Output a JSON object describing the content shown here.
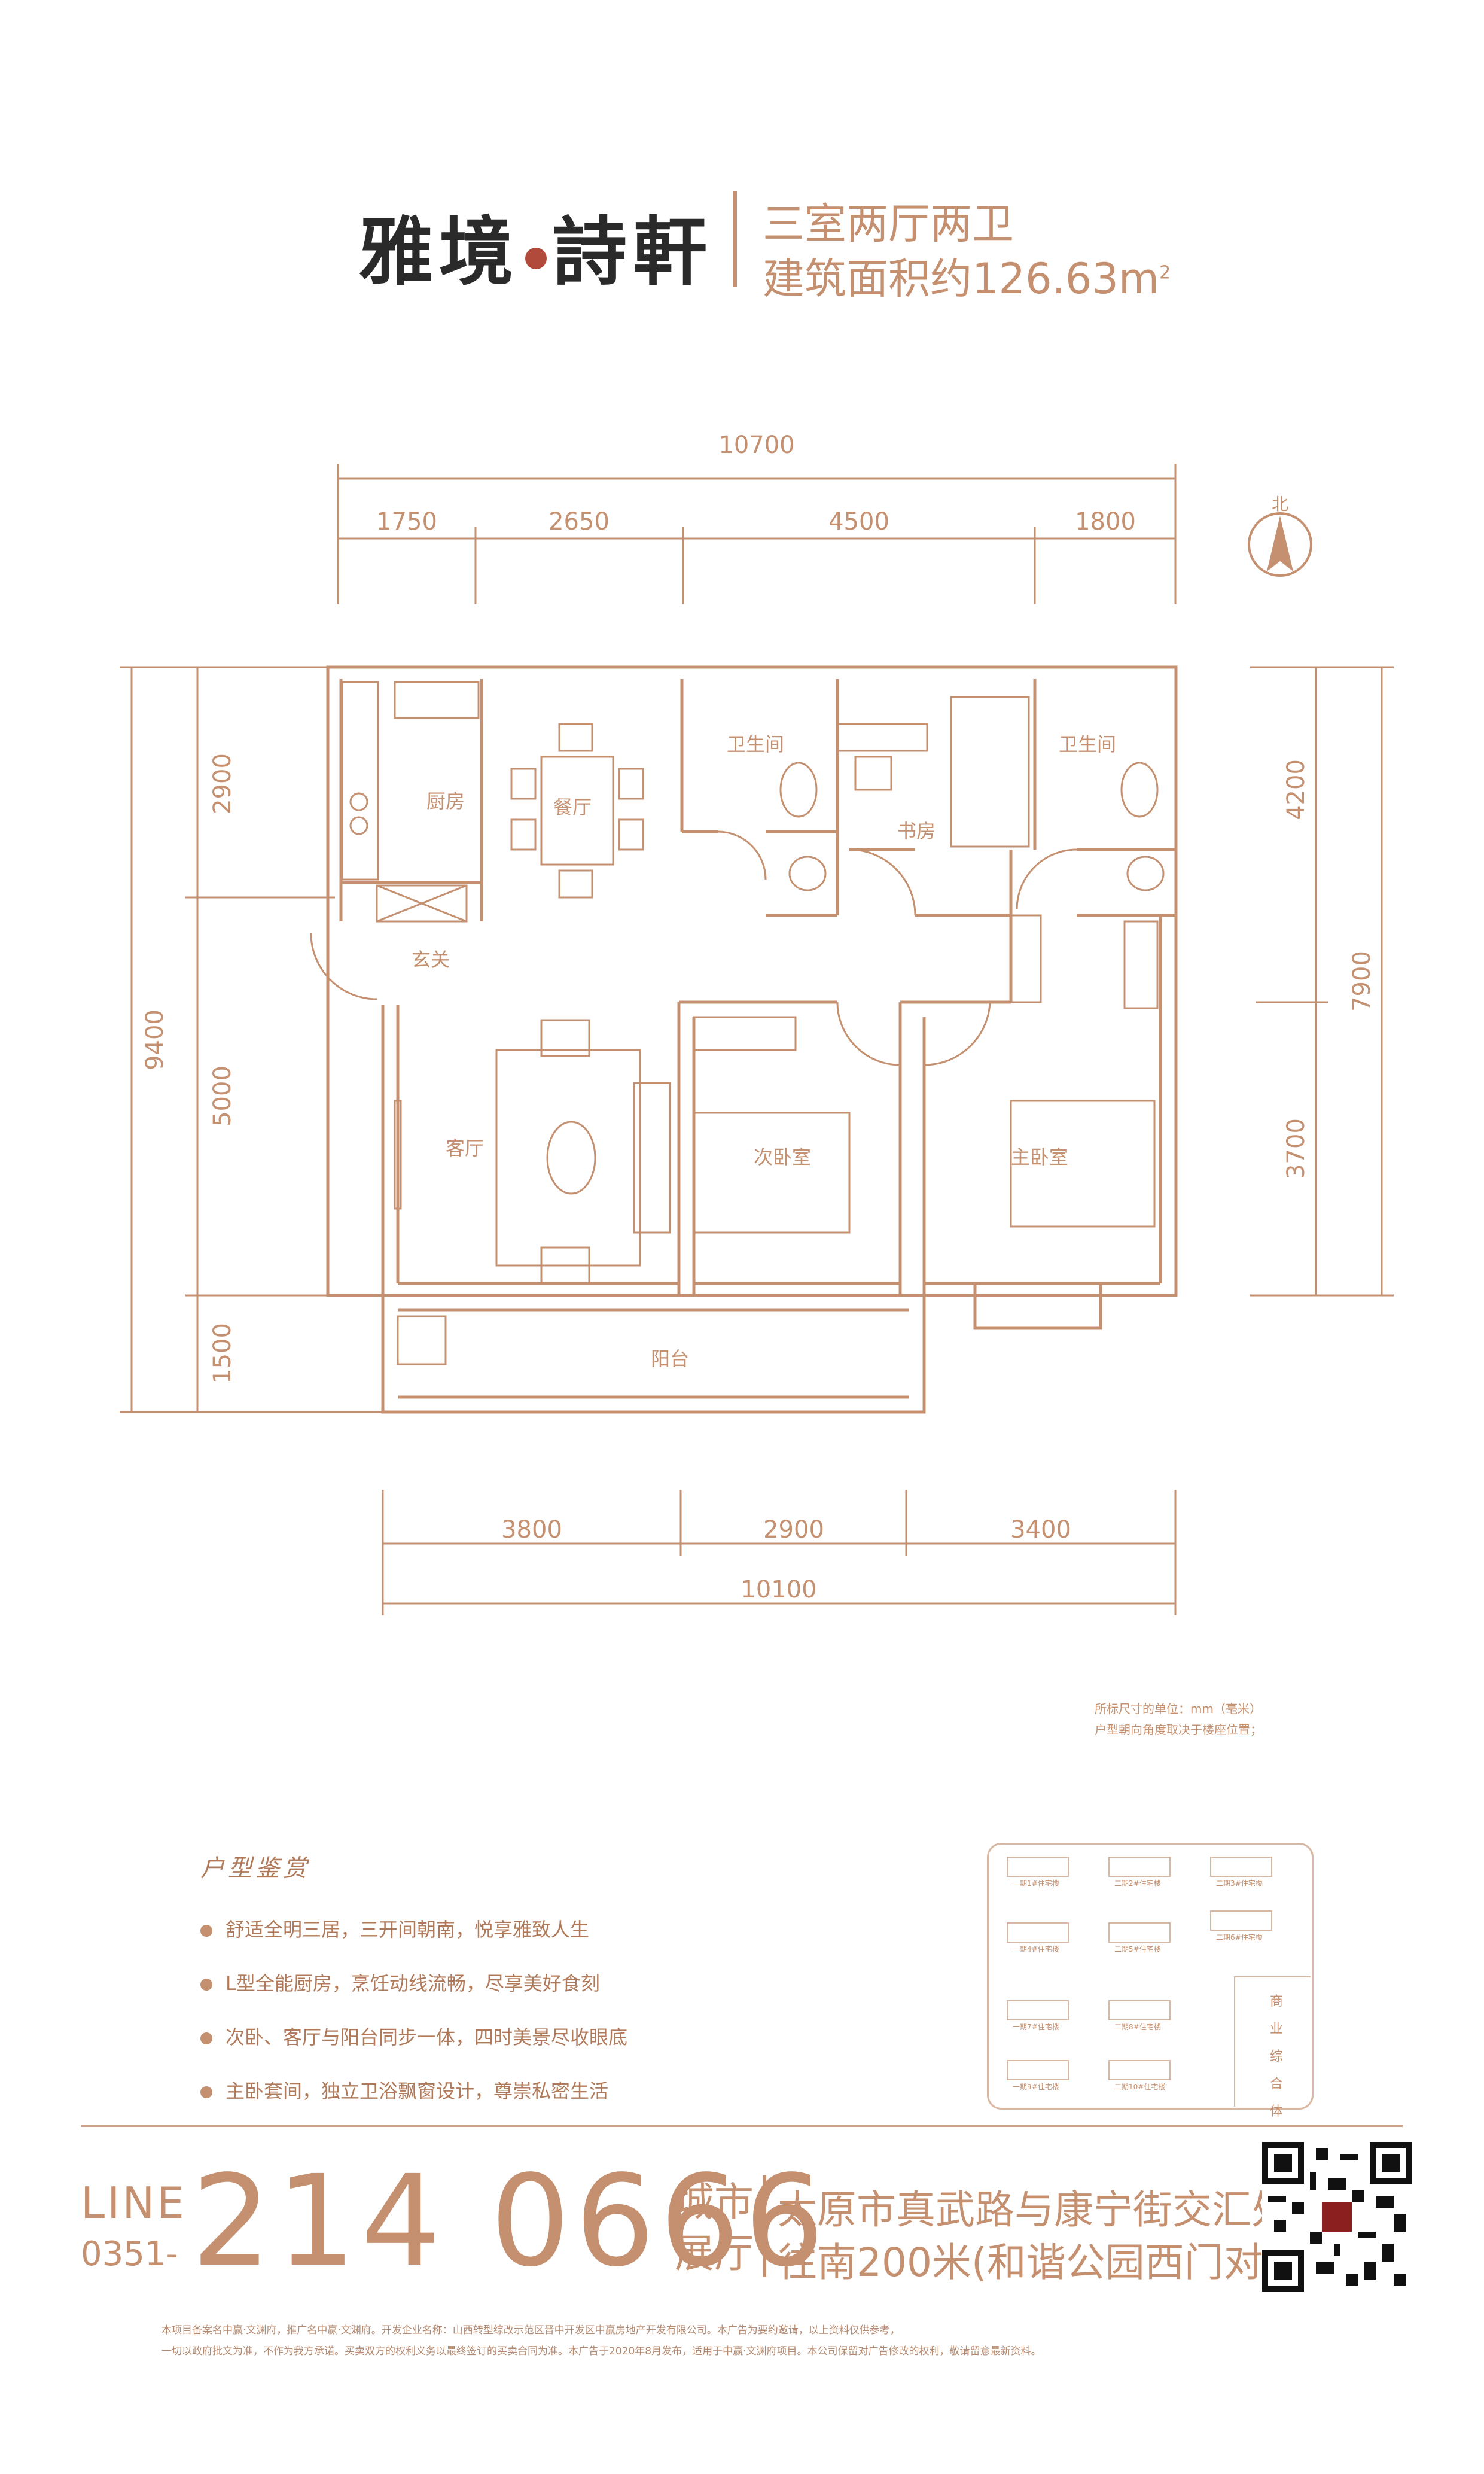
{
  "header": {
    "brand_left": "雅境",
    "brand_right": "詩軒",
    "layout": "三室两厅两卫",
    "area_label": "建筑面积约126.63m",
    "area_sup": "2"
  },
  "plan": {
    "top_total": "10700",
    "top_segments": [
      "1750",
      "2650",
      "4500",
      "1800"
    ],
    "bottom_segments": [
      "3800",
      "2900",
      "3400"
    ],
    "bottom_total": "10100",
    "left_total": "9400",
    "left_segments": [
      "2900",
      "5000",
      "1500"
    ],
    "right_segments": [
      "4200",
      "3700"
    ],
    "right_total": "7900",
    "north_label": "北",
    "rooms": {
      "kitchen": "厨房",
      "dining": "餐厅",
      "bath1": "卫生间",
      "study": "书房",
      "bath2": "卫生间",
      "foyer": "玄关",
      "living": "客厅",
      "second_bedroom": "次卧室",
      "master_bedroom": "主卧室",
      "balcony": "阳台"
    }
  },
  "notes": {
    "unit": "所标尺寸的单位：mm（毫米）",
    "orientation": "户型朝向角度取决于楼座位置；"
  },
  "features": {
    "title": "户型鉴赏",
    "items": [
      "舒适全明三居，三开间朝南，悦享雅致人生",
      "L型全能厨房，烹饪动线流畅，尽享美好食刻",
      "次卧、客厅与阳台同步一体，四时美景尽收眼底",
      "主卧套间，独立卫浴飘窗设计，尊崇私密生活"
    ]
  },
  "keyplan": {
    "towers": [
      "一期1#住宅楼",
      "二期2#住宅楼",
      "二期3#住宅楼",
      "一期4#住宅楼",
      "二期5#住宅楼",
      "二期6#住宅楼",
      "一期7#住宅楼",
      "二期8#住宅楼",
      "一期9#住宅楼",
      "二期10#住宅楼"
    ],
    "commercial": "商业综合体"
  },
  "footer": {
    "line_label": "LINE",
    "area_code": "0351-",
    "phone": "214 0666",
    "hall": "城市展厅",
    "address_1": "太原市真武路与康宁街交汇处",
    "address_2": "往南200米(和谐公园西门对面)",
    "disclaimer_1": "本项目备案名中赢·文渊府，推广名中赢·文渊府。开发企业名称：山西转型综改示范区晋中开发区中赢房地产开发有限公司。本广告为要约邀请，以上资料仅供参考，",
    "disclaimer_2": "一切以政府批文为准，不作为我方承诺。买卖双方的权利义务以最终签订的买卖合同为准。本广告于2020年8月发布，适用于中赢·文渊府项目。本公司保留对广告修改的权利，敬请留意最新资料。"
  },
  "colors": {
    "accent": "#c49070",
    "brand_text": "#2a2a2a",
    "seal": "#b14a3a"
  }
}
